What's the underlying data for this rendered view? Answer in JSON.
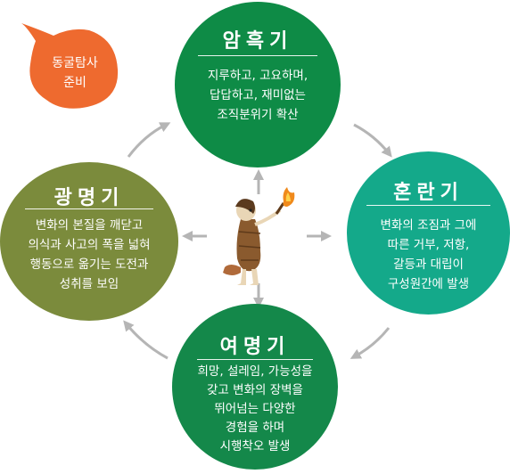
{
  "speech_bubble": {
    "text": "동굴탐사\n준비"
  },
  "stages": {
    "top": {
      "title": "암흑기",
      "description": "지루하고, 고요하며,\n답답하고, 재미없는\n조직분위기 확산"
    },
    "right": {
      "title": "혼란기",
      "description": "변화의 조짐과 그에\n따른 거부, 저항,\n갈등과 대립이\n구성원간에 발생"
    },
    "bottom": {
      "title": "여명기",
      "description": "희망, 설레임, 가능성을\n갖고 변화의 장벽을\n뛰어넘는 다양한\n경험을 하며\n시행착오 발생"
    },
    "left": {
      "title": "광명기",
      "description": "변화의 본질을 깨닫고\n의식과 사고의 폭을 넓혀\n행동으로 옮기는 도전과\n성취를 보임"
    }
  },
  "colors": {
    "top": "#0e8b46",
    "right": "#14a98a",
    "bottom": "#14884a",
    "left": "#7b8b3c",
    "bubble": "#ee6a2f",
    "arrow": "#b5b5b5"
  },
  "icons": {
    "center": "caveman-holding-torch-icon"
  }
}
